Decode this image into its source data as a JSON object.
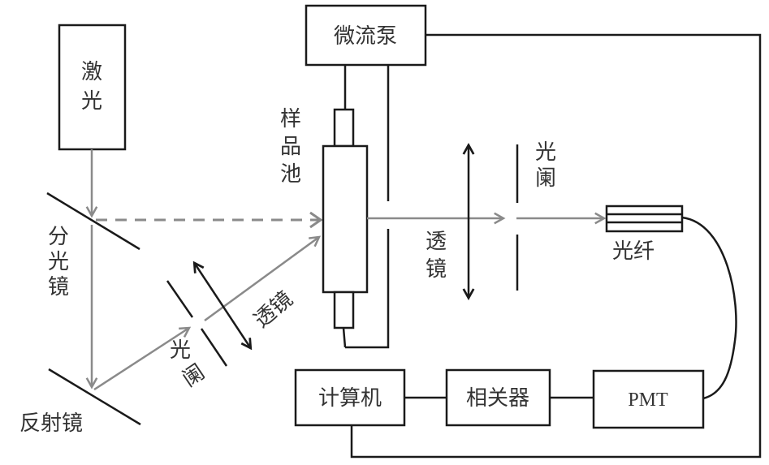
{
  "diagram": {
    "title": "动态光散射实验装置示意图",
    "components": {
      "laser": {
        "label_line1": "激",
        "label_line2": "光"
      },
      "beam_splitter": {
        "label_line1": "分",
        "label_line2": "光",
        "label_line3": "镜"
      },
      "reflector": {
        "label": "反射镜"
      },
      "aperture_left": {
        "label_line1": "光",
        "label_line2": "阑"
      },
      "lens_left": {
        "label": "透镜"
      },
      "micro_pump": {
        "label": "微流泵"
      },
      "sample_cell": {
        "label_line1": "样",
        "label_line2": "品",
        "label_line3": "池"
      },
      "lens_right": {
        "label_line1": "透",
        "label_line2": "镜"
      },
      "aperture_right": {
        "label_line1": "光",
        "label_line2": "阑"
      },
      "fiber": {
        "label": "光纤"
      },
      "computer": {
        "label": "计算机"
      },
      "correlator": {
        "label": "相关器"
      },
      "pmt": {
        "label": "PMT"
      }
    },
    "colors": {
      "line": "#1a1a1a",
      "beam": "#8a8a8a",
      "text": "#333333",
      "background": "#ffffff"
    }
  }
}
